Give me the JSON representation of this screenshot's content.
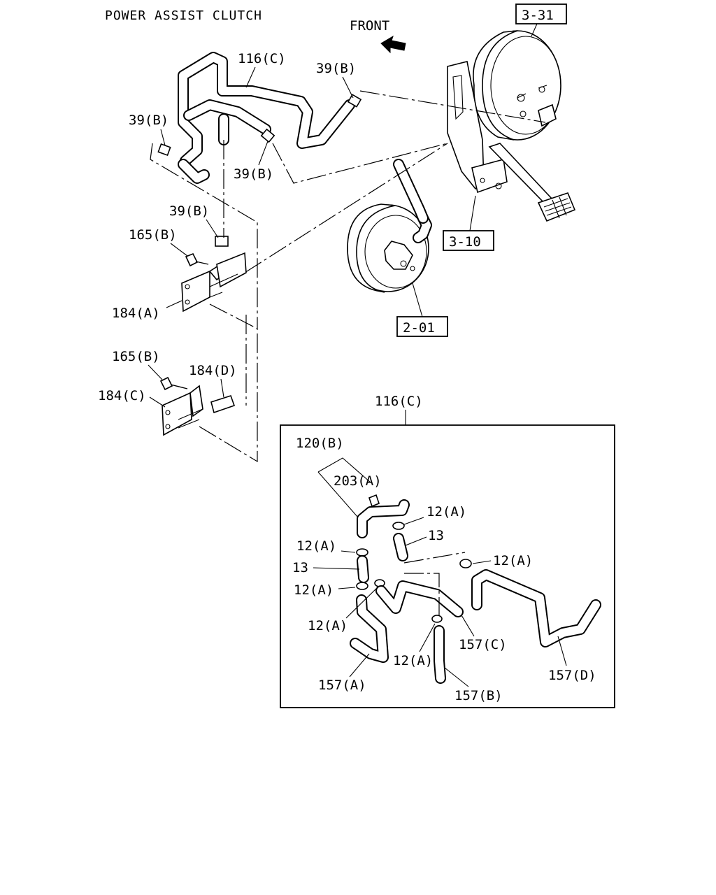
{
  "diagram": {
    "title": "POWER ASSIST CLUTCH",
    "orientation": {
      "label": "FRONT",
      "arrow_icon": "front-direction-arrow-icon"
    },
    "references": [
      {
        "id": "ref-3-31",
        "label": "3-31"
      },
      {
        "id": "ref-3-10",
        "label": "3-10"
      },
      {
        "id": "ref-2-01",
        "label": "2-01"
      }
    ],
    "callouts": {
      "top": [
        {
          "id": "c1",
          "label": "116(C)"
        },
        {
          "id": "c2",
          "label": "39(B)"
        },
        {
          "id": "c3",
          "label": "39(B)"
        },
        {
          "id": "c4",
          "label": "39(B)"
        },
        {
          "id": "c5",
          "label": "39(B)"
        },
        {
          "id": "c6",
          "label": "165(B)"
        },
        {
          "id": "c7",
          "label": "184(A)"
        },
        {
          "id": "c8",
          "label": "165(B)"
        },
        {
          "id": "c9",
          "label": "184(D)"
        },
        {
          "id": "c10",
          "label": "184(C)"
        }
      ],
      "detail_header": "116(C)",
      "detail": [
        {
          "id": "d1",
          "label": "120(B)"
        },
        {
          "id": "d2",
          "label": "203(A)"
        },
        {
          "id": "d3",
          "label": "12(A)"
        },
        {
          "id": "d4",
          "label": "13"
        },
        {
          "id": "d5",
          "label": "12(A)"
        },
        {
          "id": "d6",
          "label": "13"
        },
        {
          "id": "d7",
          "label": "12(A)"
        },
        {
          "id": "d8",
          "label": "12(A)"
        },
        {
          "id": "d9",
          "label": "12(A)"
        },
        {
          "id": "d10",
          "label": "157(C)"
        },
        {
          "id": "d11",
          "label": "12(A)"
        },
        {
          "id": "d12",
          "label": "157(A)"
        },
        {
          "id": "d13",
          "label": "157(B)"
        },
        {
          "id": "d14",
          "label": "157(D)"
        }
      ]
    }
  }
}
